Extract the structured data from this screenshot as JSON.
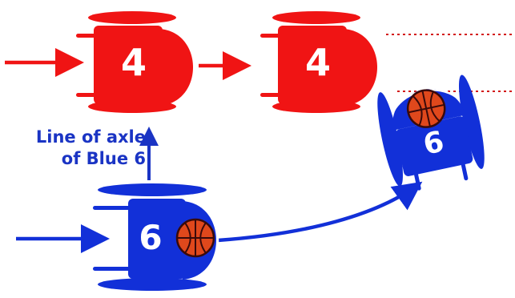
{
  "colors": {
    "red": "#f01414",
    "blue": "#1230d8",
    "ball": "#e0481c",
    "label": "#1a34c4",
    "seam": "#3a0a0a"
  },
  "players": [
    {
      "id": "red-4-left",
      "team": "red",
      "number": "4",
      "has_ball": false
    },
    {
      "id": "red-4-right",
      "team": "red",
      "number": "4",
      "has_ball": false
    },
    {
      "id": "blue-6-start",
      "team": "blue",
      "number": "6",
      "has_ball": true
    },
    {
      "id": "blue-6-end",
      "team": "blue",
      "number": "6",
      "has_ball": true
    }
  ],
  "axle_label": {
    "line1": "Line of axle",
    "line2": "of Blue 6"
  },
  "icons": [
    "wheelchair-icon",
    "basketball-icon",
    "arrow-icon",
    "dotted-line"
  ]
}
